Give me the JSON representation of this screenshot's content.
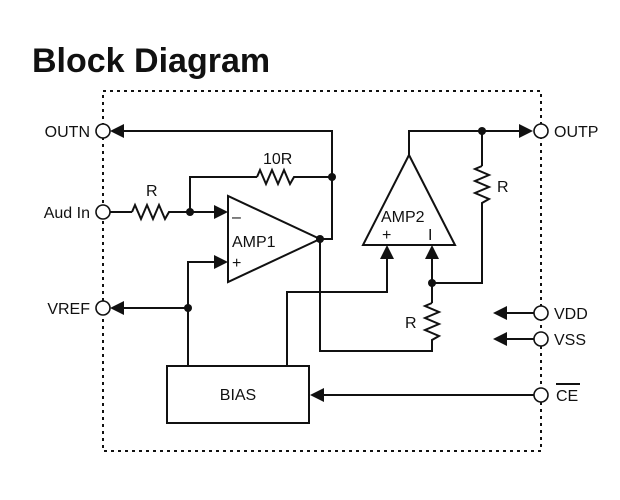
{
  "title": "Block Diagram",
  "pins": {
    "outn": "OUTN",
    "aud_in": "Aud In",
    "vref": "VREF",
    "outp": "OUTP",
    "vdd": "VDD",
    "vss": "VSS",
    "ce": "CE"
  },
  "amp1": {
    "label": "AMP1",
    "inv": "–",
    "noninv": "+"
  },
  "amp2": {
    "label": "AMP2",
    "noninv": "+",
    "inv": "I"
  },
  "resistors": {
    "r_input": "R",
    "r_feedback": "10R",
    "r_amp2_feedback": "R",
    "r_amp2_input": "R"
  },
  "bias": "BIAS"
}
